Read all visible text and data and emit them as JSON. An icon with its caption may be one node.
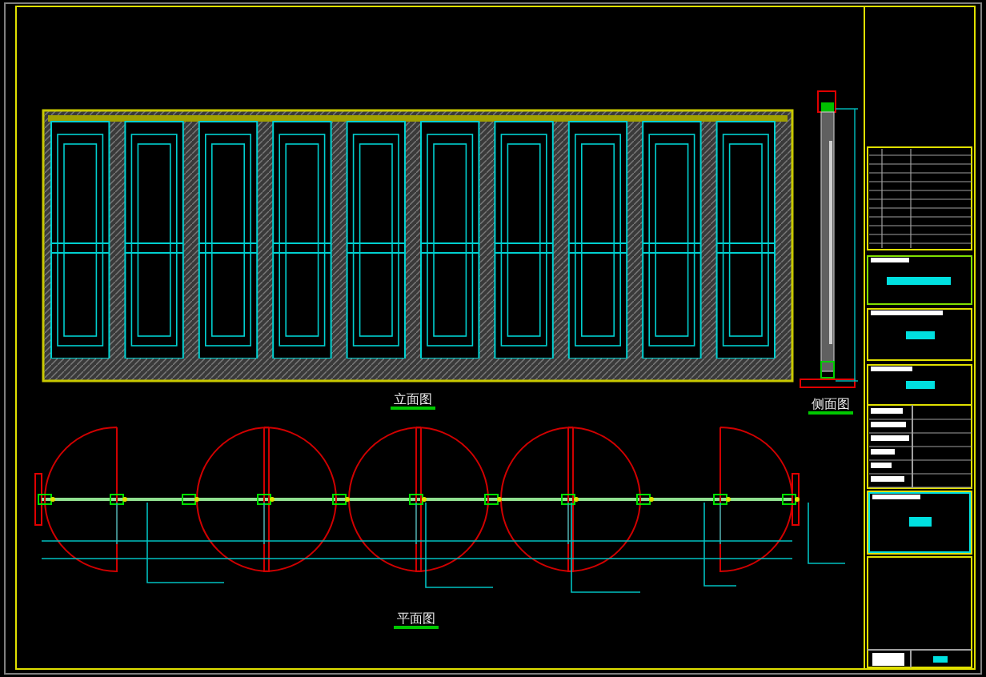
{
  "diagram": {
    "labels": [
      "立面图",
      "侧面图",
      "平面图"
    ]
  }
}
